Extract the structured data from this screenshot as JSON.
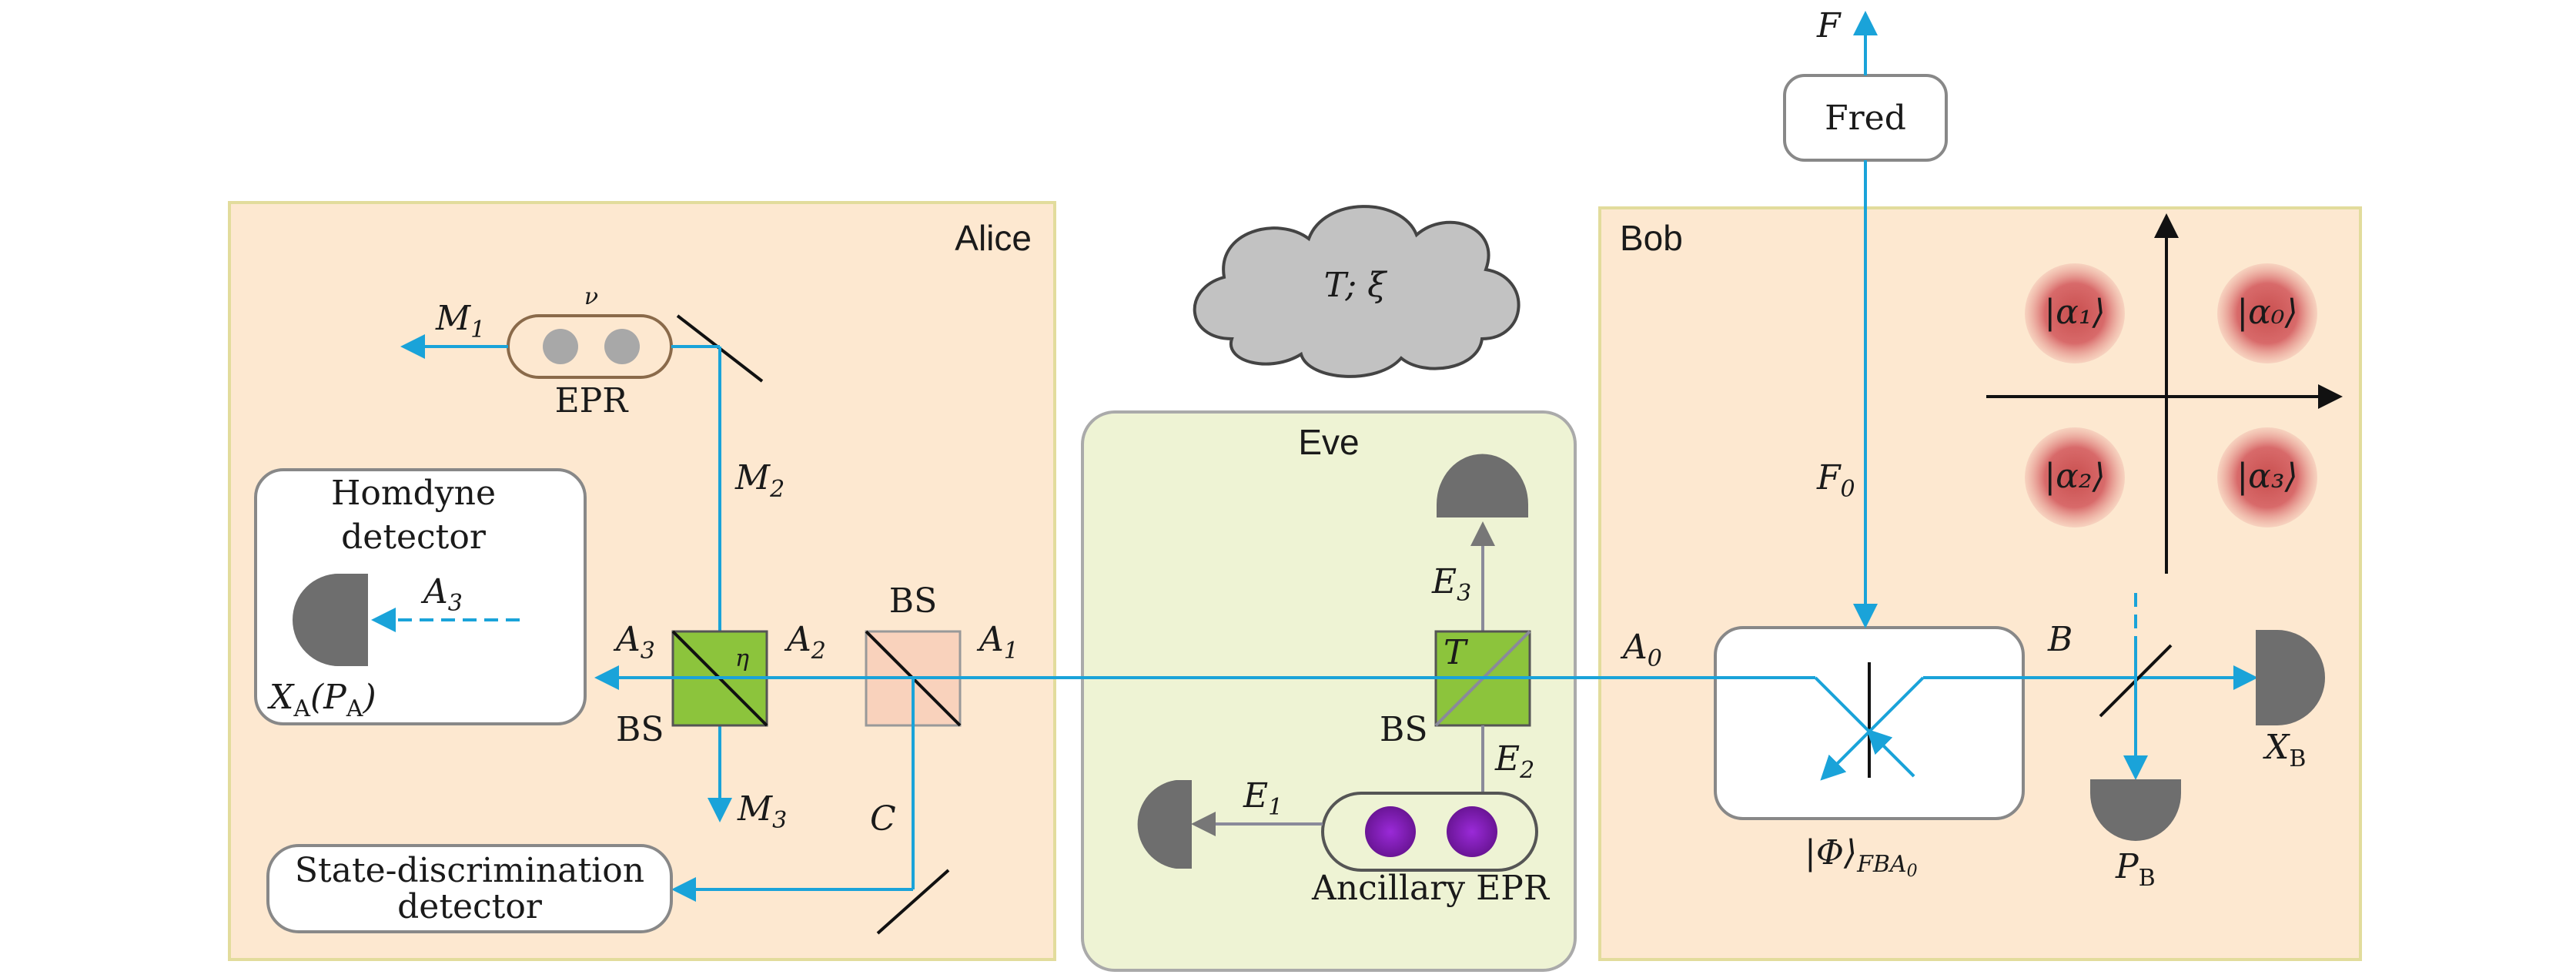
{
  "panels": {
    "alice": "Alice",
    "bob": "Bob",
    "eve": "Eve"
  },
  "channel": {
    "label": "T; ξ"
  },
  "fred": {
    "box": "Fred",
    "output": "F",
    "beam": "F",
    "beam_sub": "0"
  },
  "alice": {
    "epr_label": "EPR",
    "epr_nu": "ν",
    "m1": "M",
    "m1_sub": "1",
    "m2": "M",
    "m2_sub": "2",
    "m3": "M",
    "m3_sub": "3",
    "homodyne_title_1": "Homdyne",
    "homodyne_title_2": "detector",
    "a3_inside": "A",
    "a3_inside_sub": "3",
    "xa": "X",
    "xa_sub": "A",
    "xa_paren": "(",
    "pa": "P",
    "pa_sub": "A",
    "xa_close": ")",
    "a3": "A",
    "a3_sub": "3",
    "eta": "η",
    "a2": "A",
    "a2_sub": "2",
    "bs_top": "BS",
    "a1": "A",
    "a1_sub": "1",
    "bs_bottom": "BS",
    "c": "C",
    "state_disc_1": "State-discrimination",
    "state_disc_2": "detector"
  },
  "eve": {
    "e3": "E",
    "e3_sub": "3",
    "t": "T",
    "bs": "BS",
    "e2": "E",
    "e2_sub": "2",
    "e1": "E",
    "e1_sub": "1",
    "ancillary": "Ancillary EPR"
  },
  "bob": {
    "a0": "A",
    "a0_sub": "0",
    "b": "B",
    "xb": "X",
    "xb_sub": "B",
    "pb": "P",
    "pb_sub": "B",
    "phi_state": "|Φ⟩",
    "phi_sub": "FBA",
    "phi_sub2": "0",
    "states": [
      "|α₁⟩",
      "|α₀⟩",
      "|α₂⟩",
      "|α₃⟩"
    ]
  },
  "colors": {
    "panel_fill": "#fde8d0",
    "panel_border": "#e6dfa0",
    "eve_fill": "#eef3d4",
    "beam": "#1aa3d9",
    "bs_green": "#8cc43c",
    "bs_peach": "#f9d2bc",
    "epr_purple": "#7a1fb0",
    "state_red": "#d96a6a"
  }
}
